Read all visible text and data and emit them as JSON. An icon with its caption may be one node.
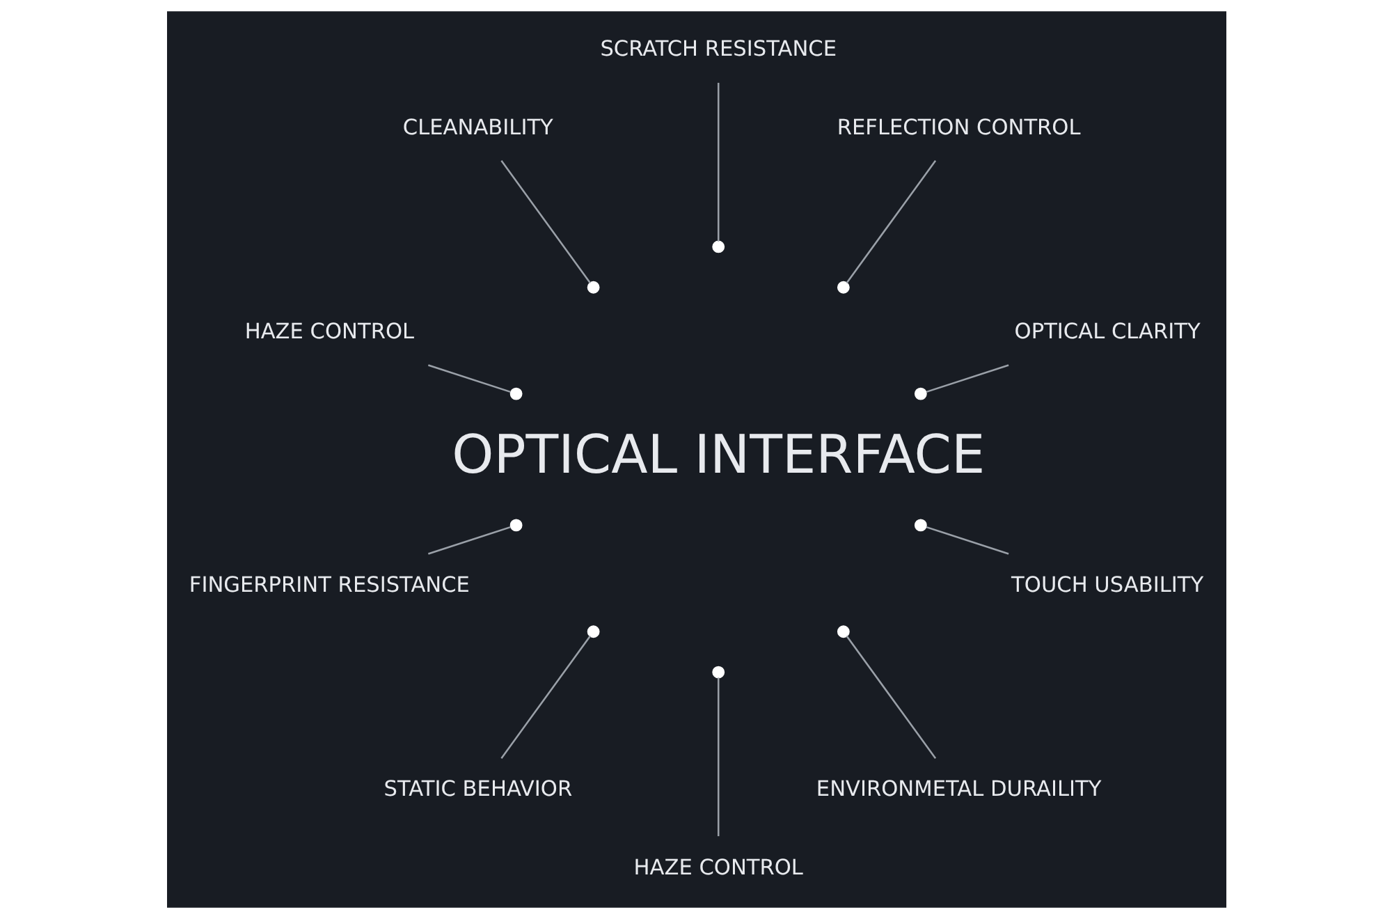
{
  "diagram": {
    "nodes": [
      {
        "text": [
          "OPTICAL INTERFACE"
        ]
      },
      {
        "text": [
          "OPTICAL CLARITY"
        ]
      },
      {
        "text": [
          "REFLECTION CONTROL"
        ]
      },
      {
        "text": [
          "SCRATCH RESISTANCE"
        ]
      },
      {
        "text": [
          "CLEANABILITY"
        ]
      },
      {
        "text": [
          "HAZE CONTROL"
        ]
      },
      {
        "text": [
          "FINGERPRINT RESISTANCE"
        ]
      },
      {
        "text": [
          "STATIC BEHAVIOR"
        ]
      },
      {
        "text": [
          "HAZE CONTROL"
        ]
      },
      {
        "text": [
          "ENVIRONMETAL DURAILITY"
        ]
      },
      {
        "text": [
          "TOUCH USABILITY"
        ]
      },
      {
        "text": [],
        "shape": "circle"
      },
      {
        "text": [],
        "shape": "circle"
      },
      {
        "text": [],
        "shape": "circle"
      },
      {
        "text": [],
        "shape": "circle"
      },
      {
        "text": [],
        "shape": "circle"
      },
      {
        "text": [],
        "shape": "circle"
      },
      {
        "text": [],
        "shape": "circle"
      },
      {
        "text": [],
        "shape": "circle"
      },
      {
        "text": [],
        "shape": "circle"
      },
      {
        "text": [],
        "shape": "circle"
      }
    ],
    "edges": [
      {
        "from": 1,
        "to": 11,
        "arrow": "none"
      },
      {
        "from": 2,
        "to": 12,
        "arrow": "none"
      },
      {
        "from": 3,
        "to": 13,
        "arrow": "none"
      },
      {
        "from": 4,
        "to": 14,
        "arrow": "none"
      },
      {
        "from": 5,
        "to": 15,
        "arrow": "none"
      },
      {
        "from": 6,
        "to": 16,
        "arrow": "none"
      },
      {
        "from": 7,
        "to": 17,
        "arrow": "none"
      },
      {
        "from": 8,
        "to": 18,
        "arrow": "none"
      },
      {
        "from": 9,
        "to": 19,
        "arrow": "none"
      },
      {
        "from": 10,
        "to": 20,
        "arrow": "none"
      }
    ]
  }
}
